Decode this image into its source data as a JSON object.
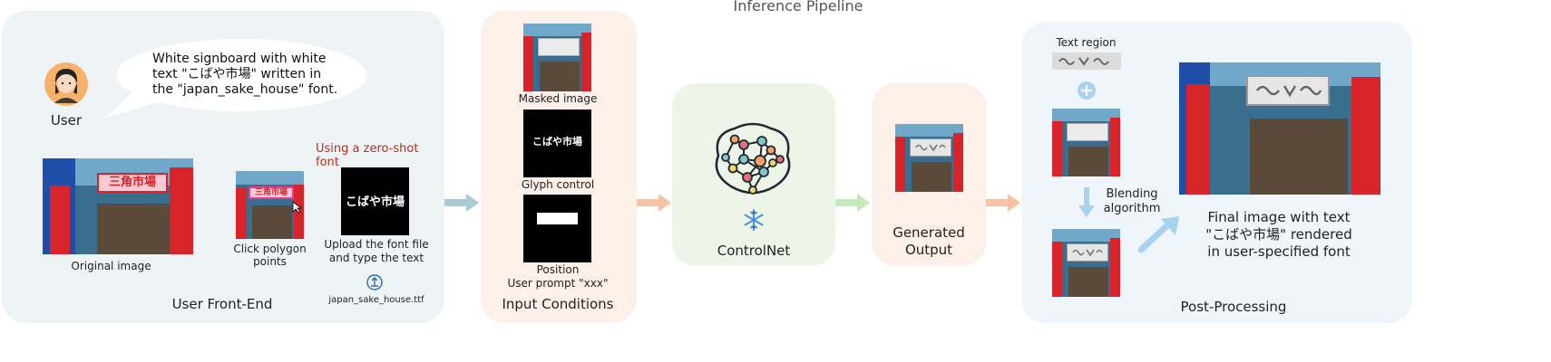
{
  "title": "Inference Pipeline",
  "user": {
    "label": "User",
    "bubble_line1": "White signboard with white",
    "bubble_line2": "text \"こばや市場\" written in",
    "bubble_line3": "the \"japan_sake_house\" font."
  },
  "frontend": {
    "zero_shot_note": "Using a zero-shot font",
    "original_caption": "Original image",
    "polygon_caption": "Click polygon points",
    "upload_caption_1": "Upload the font file",
    "upload_caption_2": "and type the text",
    "font_file": "japan_sake_house.ttf",
    "section_label": "User Front-End",
    "sign_text": "三角市場",
    "glyph_text": "こばや市場"
  },
  "conditions": {
    "masked_caption": "Masked image",
    "glyph_caption": "Glyph control",
    "position_caption": "Position",
    "prompt_caption": "User prompt \"xxx\"",
    "section_label": "Input Conditions"
  },
  "model": {
    "label": "ControlNet"
  },
  "output": {
    "label_1": "Generated",
    "label_2": "Output"
  },
  "post": {
    "text_region_label": "Text region",
    "blending_1": "Blending",
    "blending_2": "algorithm",
    "final_1": "Final image with text",
    "final_2": "\"こばや市場\" rendered",
    "final_3": "in user-specified font",
    "section_label": "Post-Processing"
  },
  "colors": {
    "frontend_bg": "#eef4f6",
    "conditions_bg": "#fdf0e8",
    "controlnet_bg": "#edf5e9",
    "output_bg": "#fdf0e8",
    "post_bg": "#eef5fb",
    "arrow_teal": "#a9ccd3",
    "arrow_orange": "#f6c3a6",
    "arrow_green": "#c6e9b8",
    "arrow_blue": "#a9d2ef",
    "zero_shot_red": "#b5301f"
  }
}
